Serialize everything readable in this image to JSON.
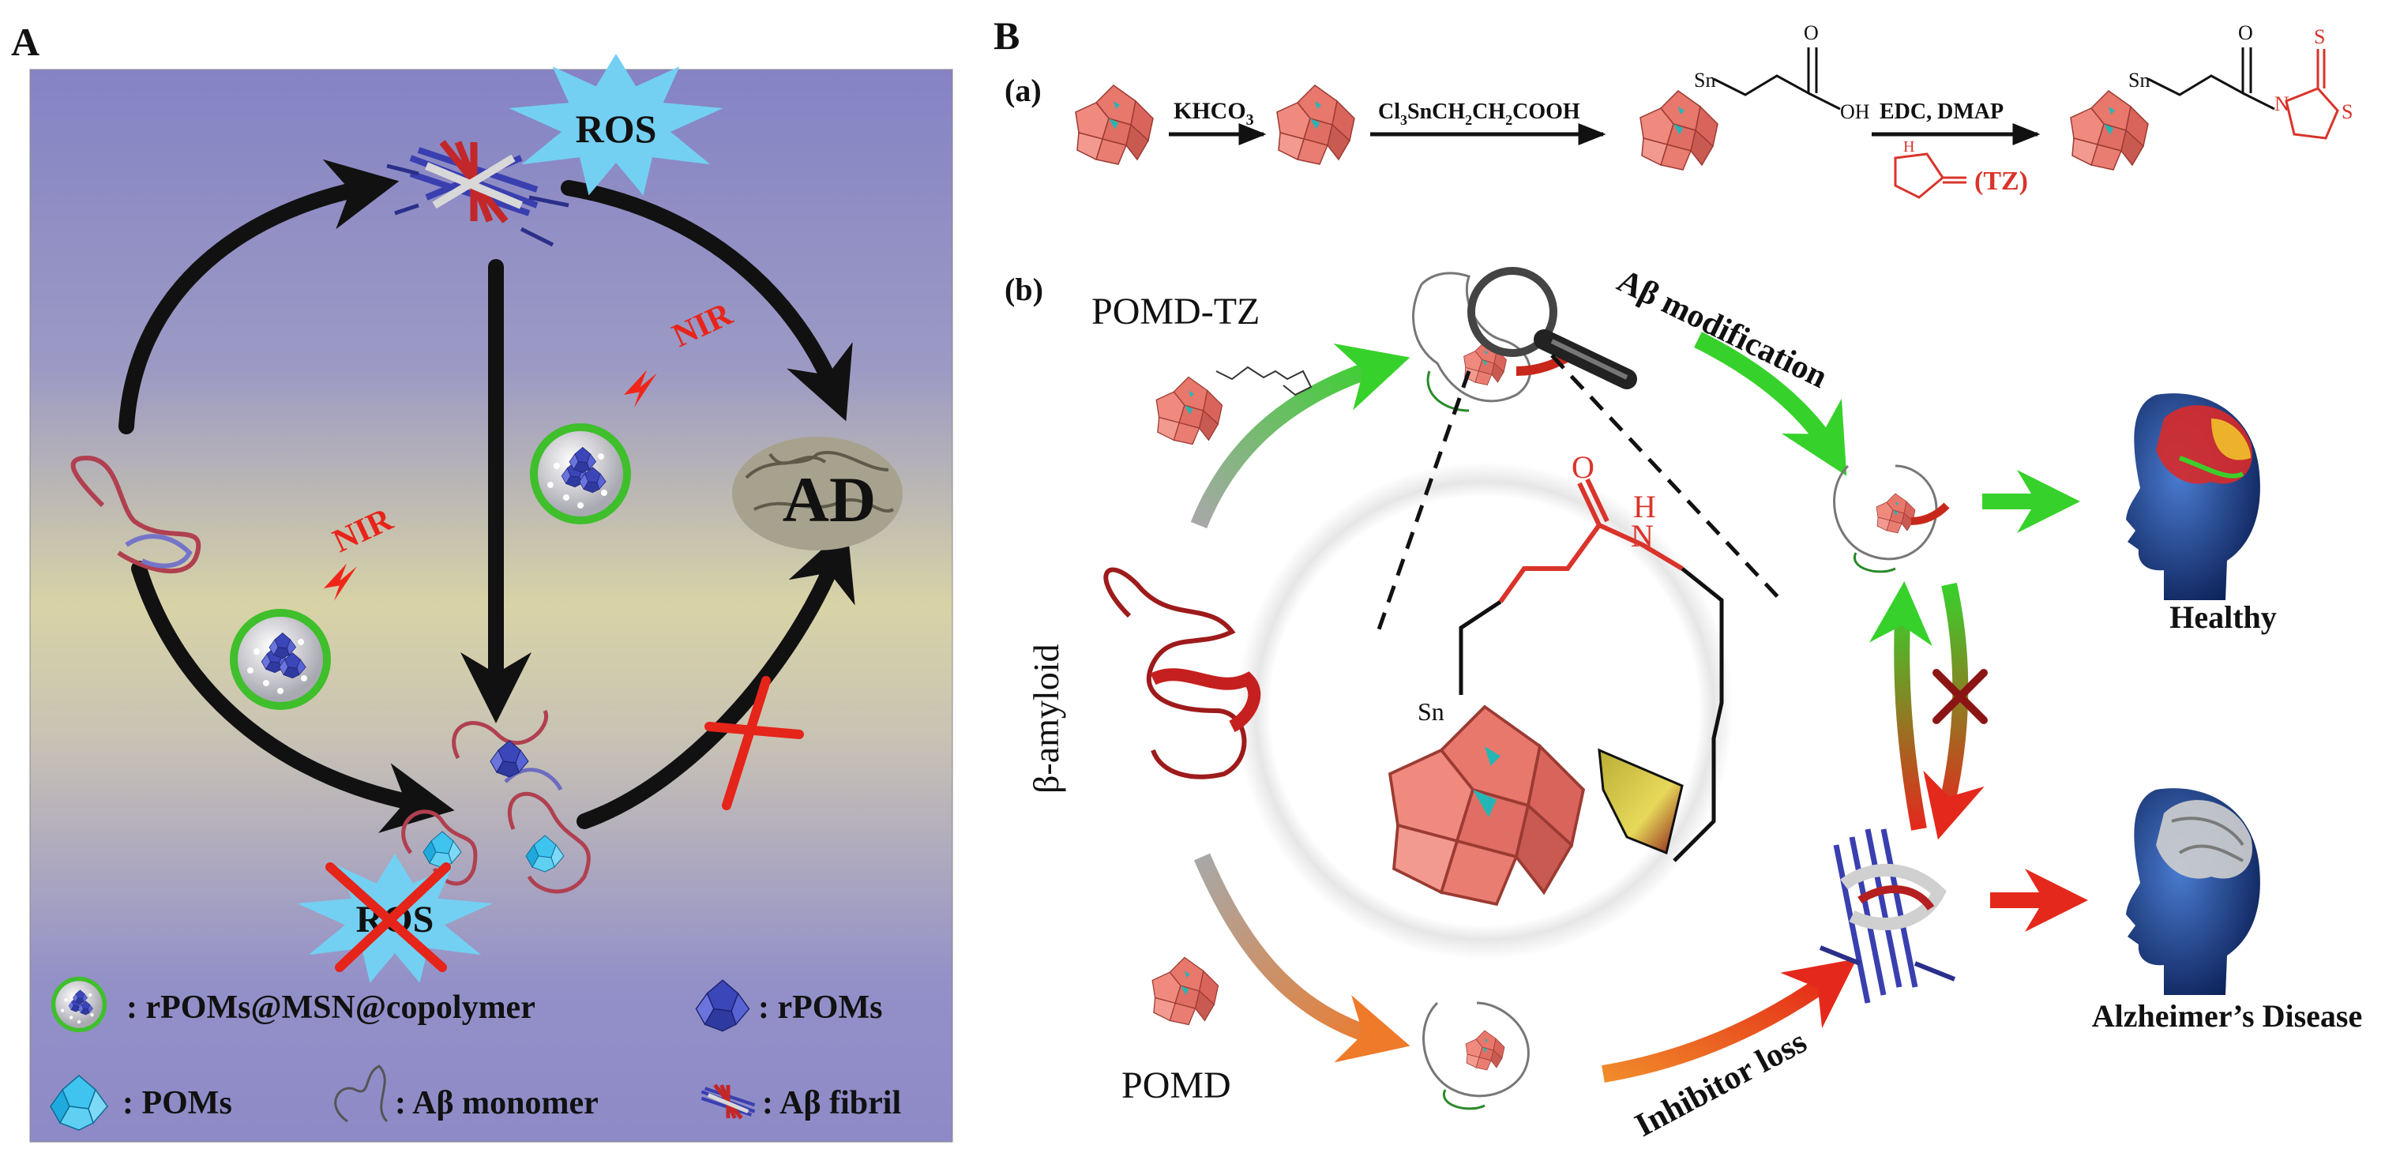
{
  "panel_a": {
    "label": "A",
    "ros_top": "ROS",
    "ros_bottom": "ROS",
    "ad": "AD",
    "nir_1": "NIR",
    "nir_2": "NIR",
    "legend": {
      "rpoms_msn": ": rPOMs@MSN@copolymer",
      "rpoms": ": rPOMs",
      "poms": ": POMs",
      "abeta_monomer": ": Aβ monomer",
      "abeta_fibril": ": Aβ fibril"
    }
  },
  "panel_b": {
    "label": "B",
    "sub_a": "(a)",
    "sub_b": "(b)",
    "reagent_khco3": "KHCO",
    "reagent_khco3_sub": "3",
    "reagent_cl3sn": "Cl",
    "reagent_cl3sn_sub": "3",
    "reagent_cl3sn_rest": "SnCH",
    "reagent_cl3sn_sub2": "2",
    "reagent_cl3sn_ch": "CH",
    "reagent_cl3sn_sub3": "2",
    "reagent_cl3sn_end": "COOH",
    "reagent_edc": "EDC, DMAP",
    "tz_label": "(TZ)",
    "sn": "Sn",
    "o": "O",
    "oh": "OH",
    "n": "N",
    "s": "S",
    "h": "H",
    "pomd_tz": "POMD-TZ",
    "pomd": "POMD",
    "beta_amyloid": "β-amyloid",
    "abeta_modification": "Aβ modification",
    "inhibitor_loss": "Inhibitor loss",
    "healthy": "Healthy",
    "alzheimers": "Alzheimer’s Disease"
  },
  "colors": {
    "poms_red": "#e0736a",
    "tz_red": "#d9342b",
    "green_arrow": "#3ccf2a",
    "red_arrow": "#e5281c",
    "panel_a_top": "#8a88c6",
    "panel_a_mid": "#d9d4a3"
  }
}
